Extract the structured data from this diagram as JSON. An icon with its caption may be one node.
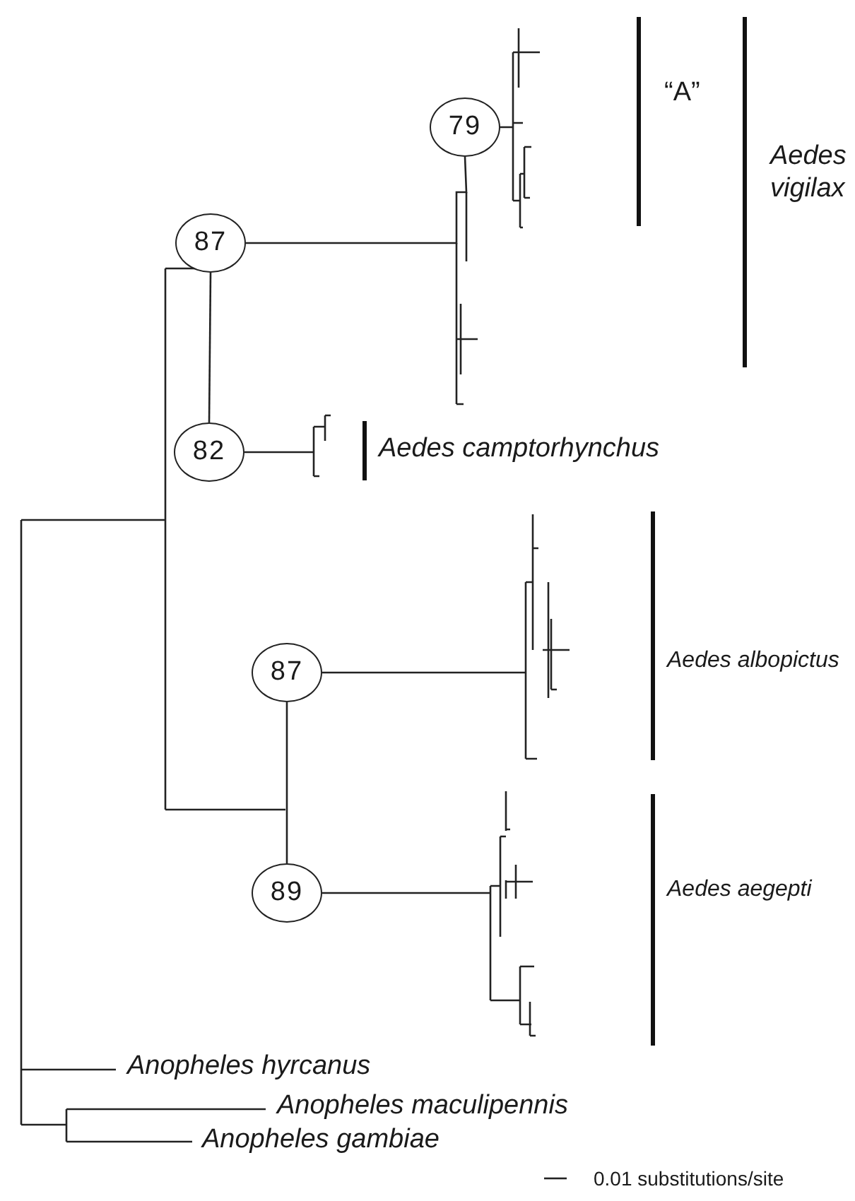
{
  "diagram": {
    "nodes": [
      {
        "text": [
          "79"
        ]
      },
      {
        "text": [
          "87"
        ]
      },
      {
        "text": [
          "82"
        ]
      },
      {
        "text": [
          "87"
        ]
      },
      {
        "text": [
          "89"
        ]
      }
    ],
    "edges": [
      {
        "from": 1,
        "to": 2,
        "arrow": "none"
      },
      {
        "from": 3,
        "to": 4,
        "arrow": "none"
      },
      {
        "from": 1,
        "to": 0,
        "arrow": "none"
      }
    ],
    "labels": [
      "“A”",
      "Aedes vigilax",
      "Aedes camptorhynchus",
      "Aedes albopictus",
      "Aedes aegepti",
      "Anopheles hyrcanus",
      "Anopheles maculipennis",
      "Anopheles gambiae",
      "0.01 substitutions/site"
    ]
  }
}
